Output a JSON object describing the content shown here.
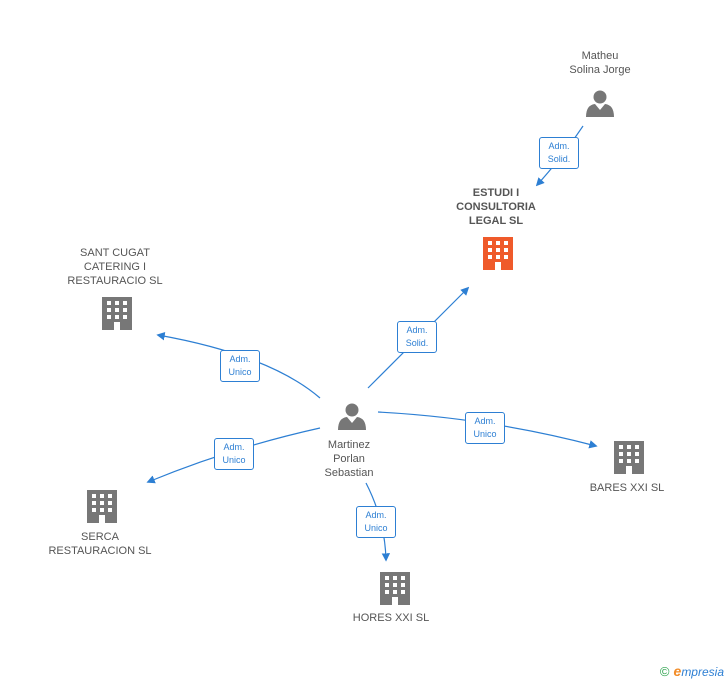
{
  "colors": {
    "edge": "#2d7fd3",
    "person": "#777777",
    "company": "#777777",
    "focus_company": "#ef5a2a"
  },
  "nodes": {
    "matheu": {
      "label": "Matheu\nSolina Jorge",
      "icon": "person-icon"
    },
    "estudi": {
      "label": "ESTUDI I\nCONSULTORIA\nLEGAL SL",
      "icon": "building-icon"
    },
    "sant_cugat": {
      "label": "SANT CUGAT\nCATERING I\nRESTAURACIO SL",
      "icon": "building-icon"
    },
    "martinez": {
      "label": "Martinez\nPorlan\nSebastian",
      "icon": "person-icon"
    },
    "serca": {
      "label": "SERCA\nRESTAURACION SL",
      "icon": "building-icon"
    },
    "bares": {
      "label": "BARES XXI SL",
      "icon": "building-icon"
    },
    "hores": {
      "label": "HORES XXI SL",
      "icon": "building-icon"
    }
  },
  "roles": {
    "matheu_estudi": [
      "Adm.",
      "Solid."
    ],
    "martinez_estudi": [
      "Adm.",
      "Solid."
    ],
    "martinez_sant_cugat": [
      "Adm.",
      "Unico"
    ],
    "martinez_serca": [
      "Adm.",
      "Unico"
    ],
    "martinez_bares": [
      "Adm.",
      "Unico"
    ],
    "martinez_hores": [
      "Adm.",
      "Unico"
    ]
  },
  "brand": {
    "copyright": "©",
    "name": "mpresia",
    "initial": "e"
  }
}
